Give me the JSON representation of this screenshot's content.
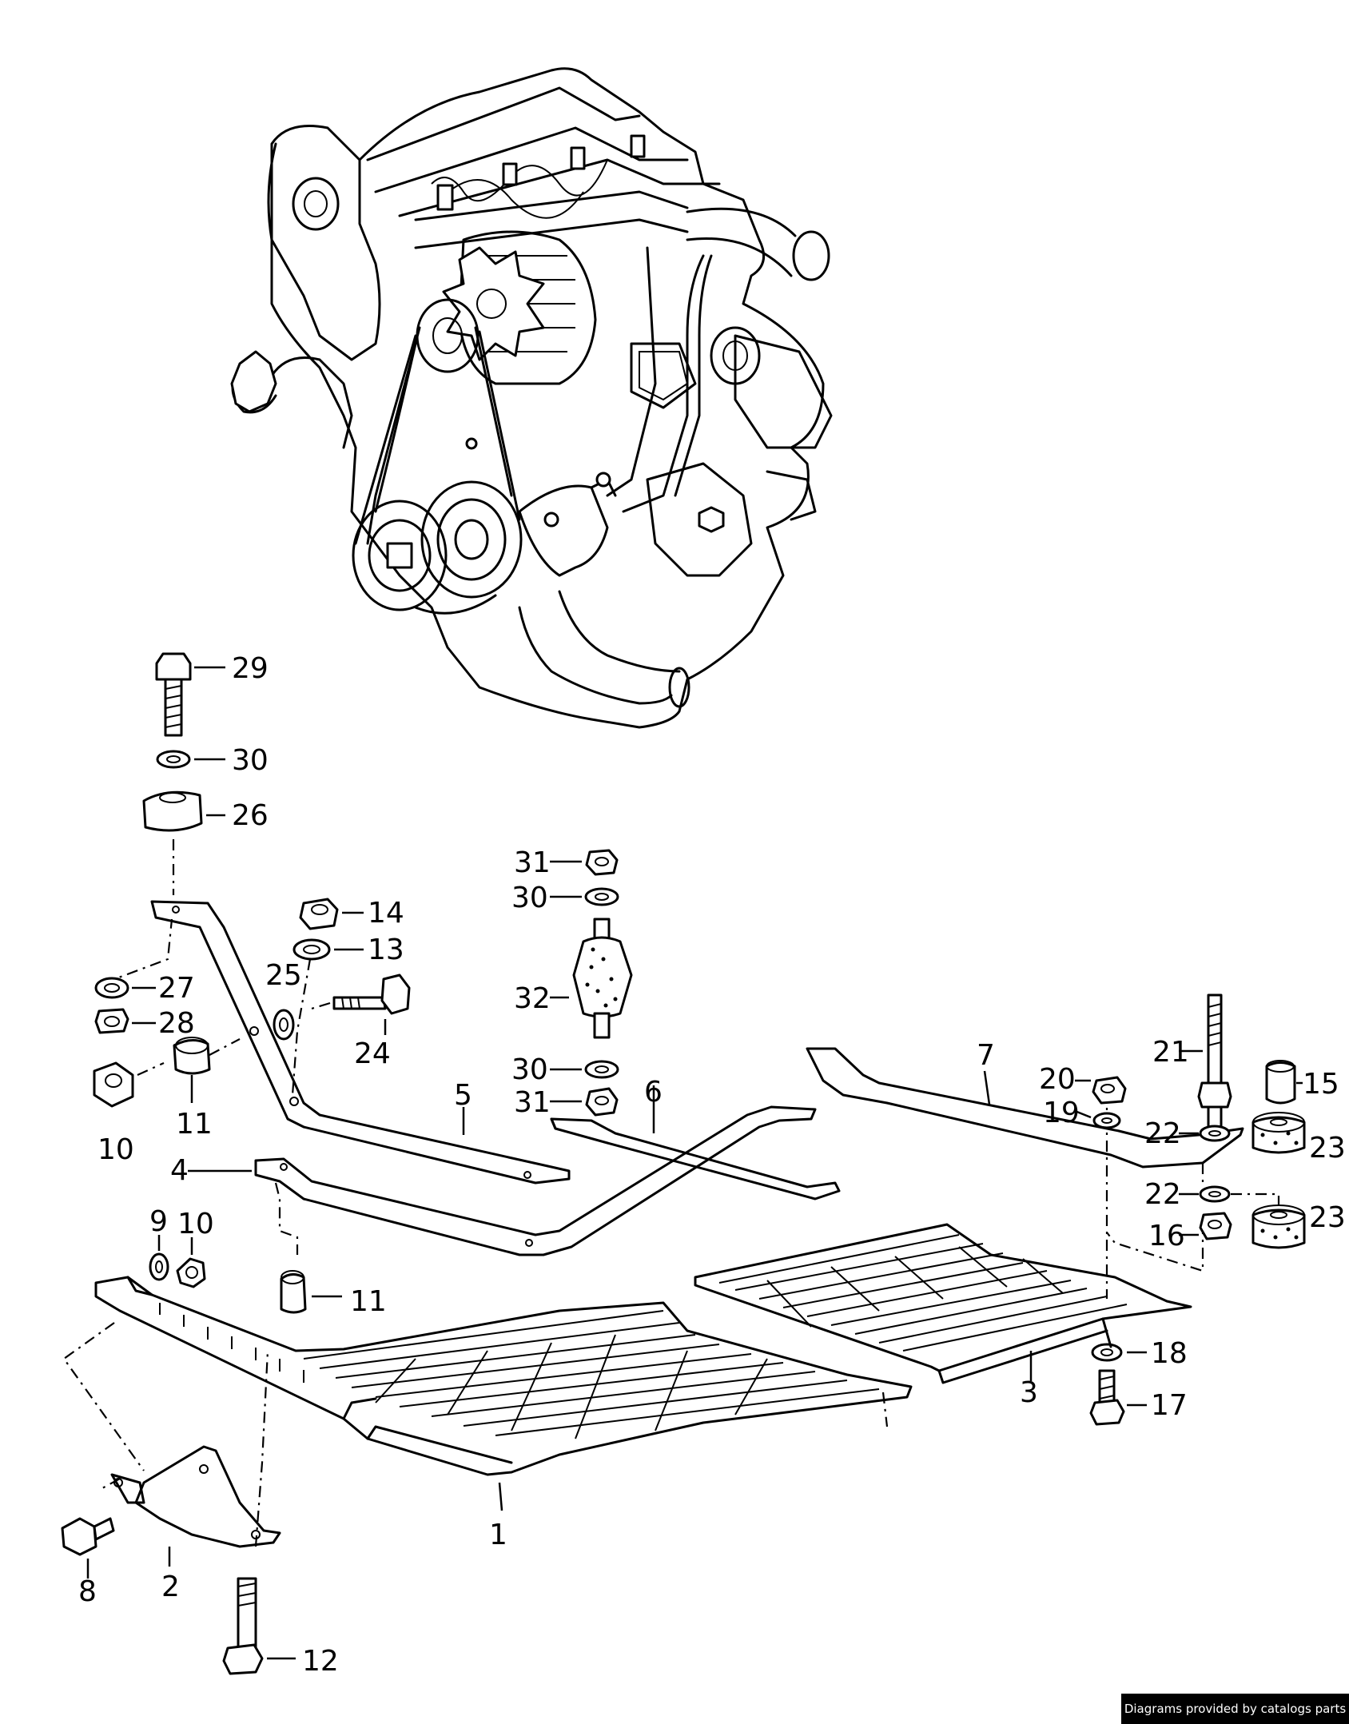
{
  "labels": {
    "l1": "1",
    "l2": "2",
    "l3": "3",
    "l4": "4",
    "l5": "5",
    "l6": "6",
    "l7": "7",
    "l8": "8",
    "l9": "9",
    "l10a": "10",
    "l10b": "10",
    "l11a": "11",
    "l11b": "11",
    "l12": "12",
    "l13": "13",
    "l14": "14",
    "l15": "15",
    "l16": "16",
    "l17": "17",
    "l18": "18",
    "l19": "19",
    "l20": "20",
    "l21": "21",
    "l22a": "22",
    "l22b": "22",
    "l23a": "23",
    "l23b": "23",
    "l24": "24",
    "l25": "25",
    "l26": "26",
    "l27": "27",
    "l28": "28",
    "l29": "29",
    "l30a": "30",
    "l30b": "30",
    "l30c": "30",
    "l31a": "31",
    "l31b": "31",
    "l32": "32"
  },
  "footer": {
    "text": "Diagrams provided by catalogs parts"
  }
}
